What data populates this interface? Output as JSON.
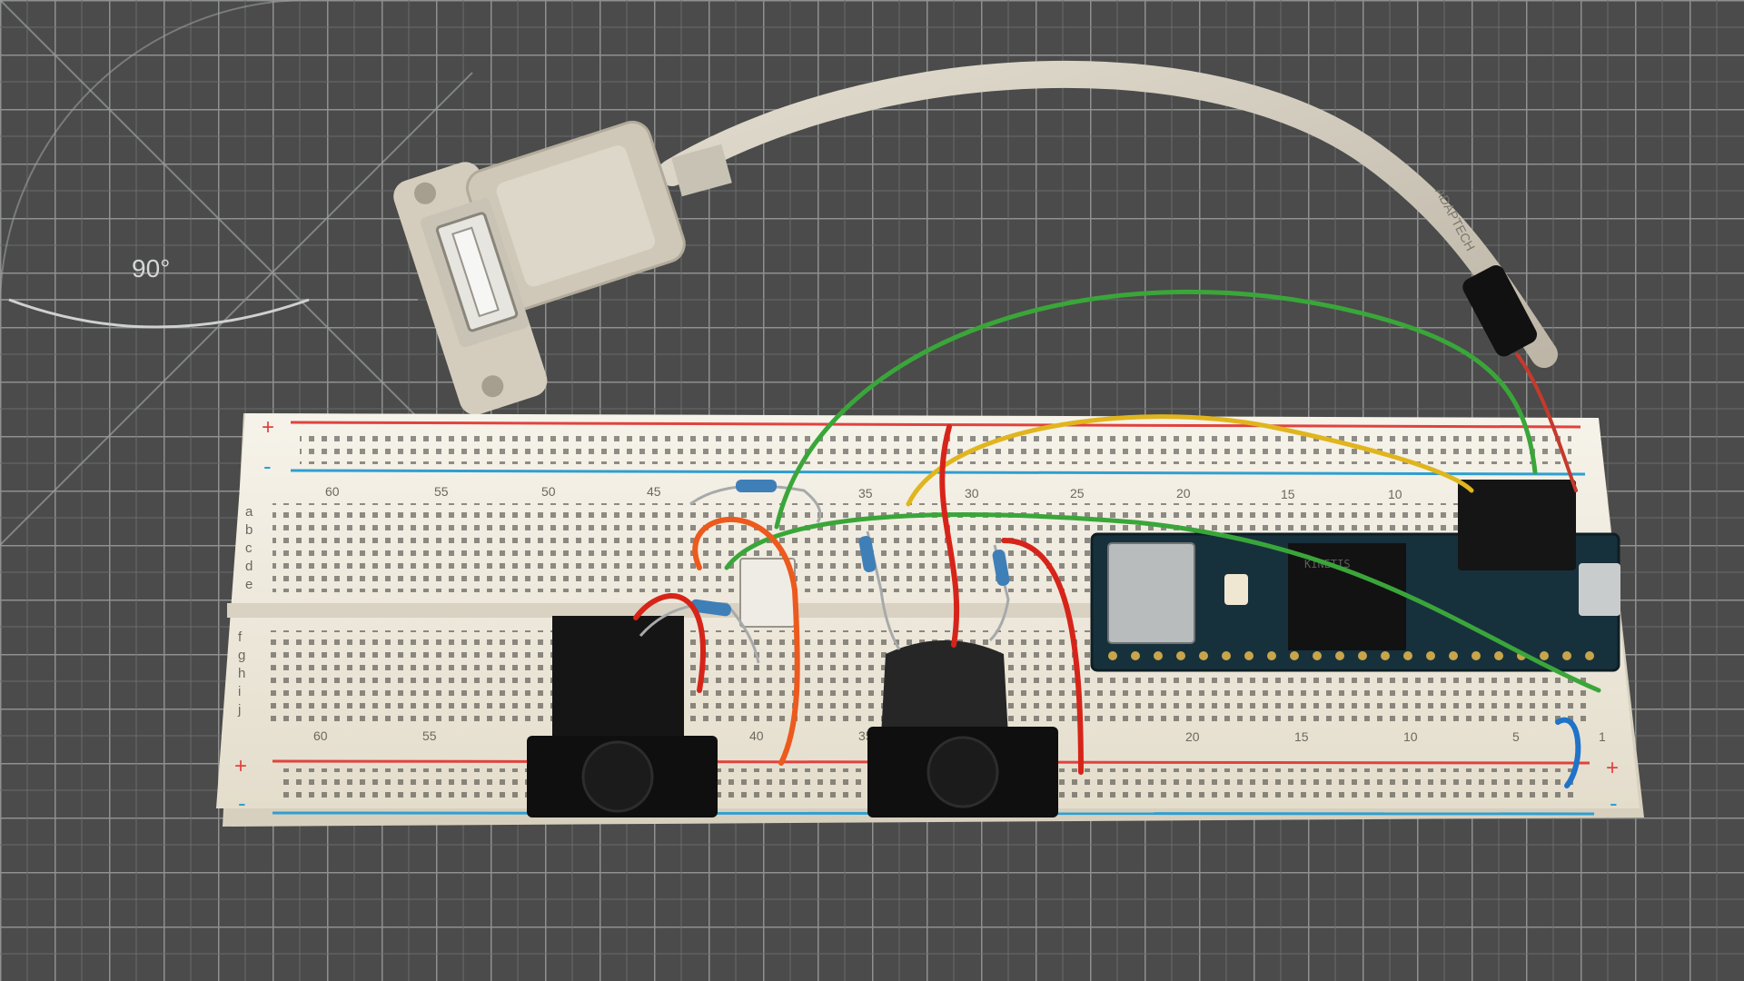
{
  "scene": {
    "mat_angle_label": "90°",
    "colors": {
      "mat": "#4a4b4a",
      "grid": "#8f9190",
      "breadboard": "#f1ede2",
      "rail_red": "#e0433f",
      "rail_blue": "#2f9fd0",
      "cable": "#d8d2c4",
      "pcb": "#17313c",
      "wire_green": "#3aa63a",
      "wire_yellow": "#e0b51d",
      "wire_red": "#d72419",
      "wire_orange": "#ec5a1d",
      "wire_blue": "#1f73c8"
    }
  },
  "breadboard": {
    "top_numbers": [
      "60",
      "55",
      "50",
      "45",
      "35",
      "30",
      "25",
      "20",
      "15",
      "10"
    ],
    "bottom_numbers": [
      "60",
      "55",
      "40",
      "35",
      "20",
      "15",
      "10",
      "5",
      "1"
    ],
    "row_letters_top": [
      "a",
      "b",
      "c",
      "d",
      "e"
    ],
    "row_letters_bottom": [
      "f",
      "g",
      "h",
      "i",
      "j"
    ],
    "rail_plus": "+",
    "rail_minus": "-"
  },
  "cable": {
    "printed_text": "ADAPTECH"
  },
  "board": {
    "chip_text": "KINETIS"
  }
}
